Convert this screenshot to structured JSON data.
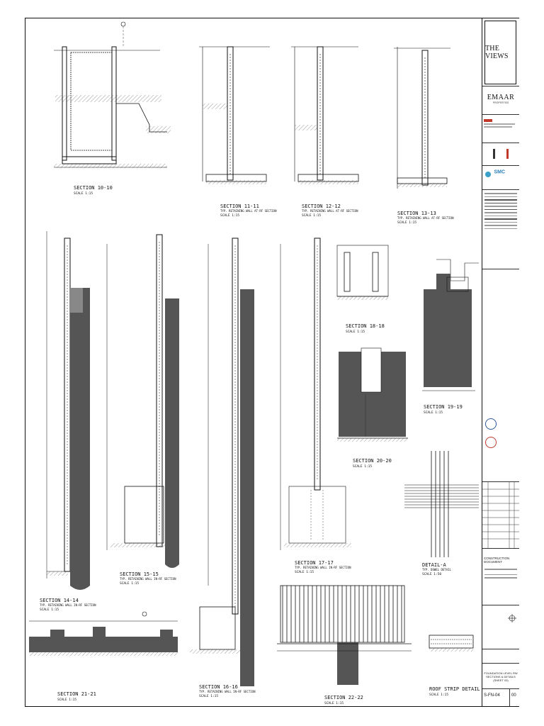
{
  "title_block": {
    "project_logo": "THE VIEWS",
    "client": "EMAAR",
    "client_sub": "PROPERTIES",
    "consultant_smc": "SMC",
    "status": "CONSTRUCTION DOCUMENT",
    "drawing_title": "FOUNDATION LEVEL RW SECTIONS & DETAILS (SHEET 03)",
    "drawing_number": "S-FN-04",
    "revision": "00"
  },
  "sections": [
    {
      "id": "sec-10",
      "title": "SECTION 10-10",
      "scale": "SCALE 1:15"
    },
    {
      "id": "sec-11",
      "title": "SECTION 11-11",
      "subtitle": "TYP. RETAINING WALL AT-RF SECTION",
      "scale": "SCALE 1:15"
    },
    {
      "id": "sec-12",
      "title": "SECTION 12-12",
      "subtitle": "TYP. RETAINING WALL AT-RF SECTION",
      "scale": "SCALE 1:15"
    },
    {
      "id": "sec-13",
      "title": "SECTION 13-13",
      "subtitle": "TYP. RETAINING WALL AT-RF SECTION",
      "scale": "SCALE 1:15"
    },
    {
      "id": "sec-14",
      "title": "SECTION 14-14",
      "subtitle": "TYP. RETAINING WALL IN-RF SECTION",
      "scale": "SCALE 1:15"
    },
    {
      "id": "sec-15",
      "title": "SECTION 15-15",
      "subtitle": "TYP. RETAINING WALL IN-RF SECTION",
      "scale": "SCALE 1:15"
    },
    {
      "id": "sec-16",
      "title": "SECTION 16-16",
      "subtitle": "TYP. RETAINING WALL IN-RF SECTION",
      "scale": "SCALE 1:15"
    },
    {
      "id": "sec-17",
      "title": "SECTION 17-17",
      "subtitle": "TYP. RETAINING WALL IN-RF SECTION",
      "scale": "SCALE 1:15"
    },
    {
      "id": "sec-18",
      "title": "SECTION 18-18",
      "scale": "SCALE 1:15"
    },
    {
      "id": "sec-19",
      "title": "SECTION 19-19",
      "scale": "SCALE 1:15"
    },
    {
      "id": "sec-20",
      "title": "SECTION 20-20",
      "scale": "SCALE 1:15"
    },
    {
      "id": "sec-21",
      "title": "SECTION 21-21",
      "scale": "SCALE 1:15"
    },
    {
      "id": "sec-22",
      "title": "SECTION 22-22",
      "scale": "SCALE 1:15"
    },
    {
      "id": "detail-a",
      "title": "DETAIL-A",
      "subtitle": "TYP. DOWEL DETAIL",
      "scale": "SCALE 1:50"
    },
    {
      "id": "roof-strip",
      "title": "ROOF STRIP DETAIL",
      "scale": "SCALE 1:15"
    }
  ]
}
